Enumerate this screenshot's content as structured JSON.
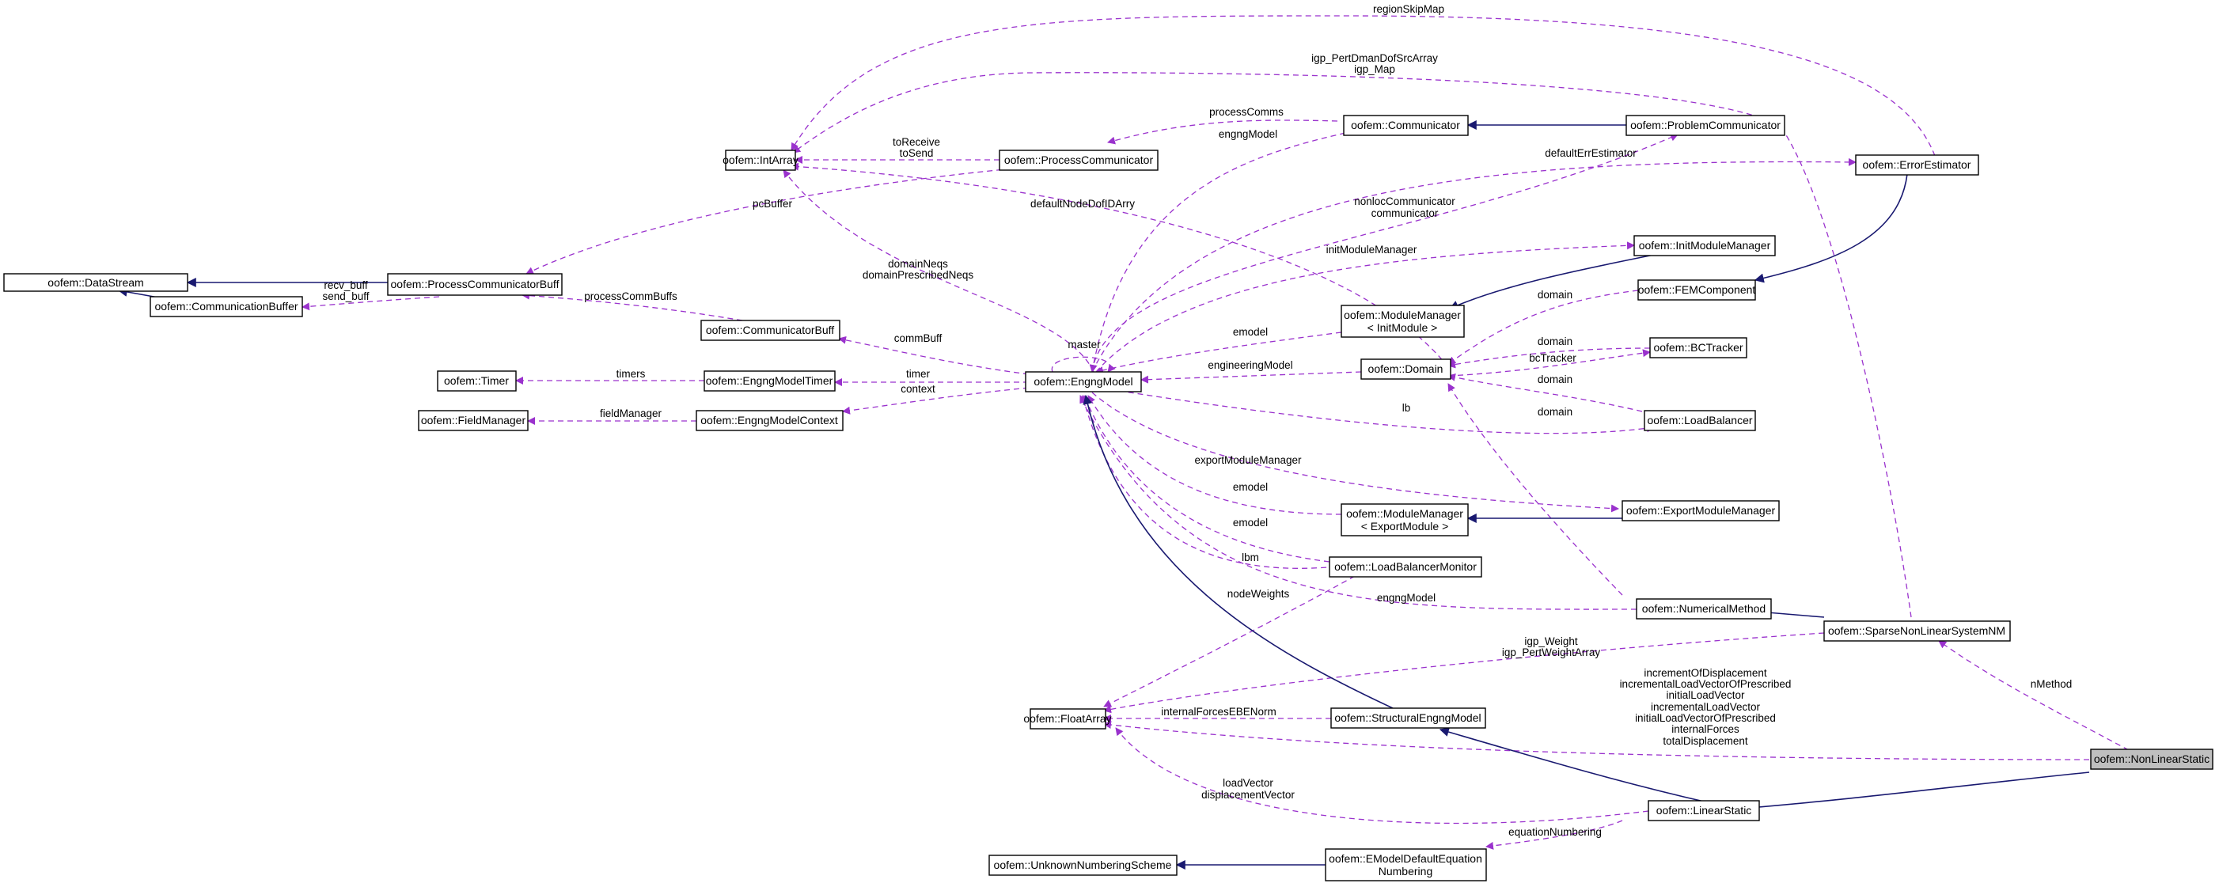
{
  "diagram": {
    "nodes": {
      "datastream": "oofem::DataStream",
      "comm_buffer": "oofem::CommunicationBuffer",
      "proc_comm_buff": "oofem::ProcessCommunicatorBuff",
      "int_array": "oofem::IntArray",
      "proc_comm": "oofem::ProcessCommunicator",
      "communicator": "oofem::Communicator",
      "problem_comm": "oofem::ProblemCommunicator",
      "error_estimator": "oofem::ErrorEstimator",
      "communicator_buff": "oofem::CommunicatorBuff",
      "timer": "oofem::Timer",
      "engng_model_timer": "oofem::EngngModelTimer",
      "field_manager": "oofem::FieldManager",
      "engng_model_context": "oofem::EngngModelContext",
      "engng_model": "oofem::EngngModel",
      "init_module_manager": "oofem::InitModuleManager",
      "module_manager_init": [
        "oofem::ModuleManager",
        "< InitModule >"
      ],
      "fem_component": "oofem::FEMComponent",
      "bc_tracker": "oofem::BCTracker",
      "domain": "oofem::Domain",
      "load_balancer": "oofem::LoadBalancer",
      "module_manager_export": [
        "oofem::ModuleManager",
        "< ExportModule >"
      ],
      "export_module_manager": "oofem::ExportModuleManager",
      "load_balancer_monitor": "oofem::LoadBalancerMonitor",
      "numerical_method": "oofem::NumericalMethod",
      "sparse_nonlinear": "oofem::SparseNonLinearSystemNM",
      "float_array": "oofem::FloatArray",
      "structural_engng_model": "oofem::StructuralEngngModel",
      "nonlinear_static": "oofem::NonLinearStatic",
      "linear_static": "oofem::LinearStatic",
      "unknown_numbering": "oofem::UnknownNumberingScheme",
      "emodel_default_eq": [
        "oofem::EModelDefaultEquation",
        "Numbering"
      ]
    },
    "labels": {
      "region_skip_map": "regionSkipMap",
      "igp_pert": [
        "igp_PertDmanDofSrcArray",
        "igp_Map"
      ],
      "process_comms": "processComms",
      "to_receive": [
        "toReceive",
        "toSend"
      ],
      "engng_model_lbl": "engngModel",
      "default_err_estimator": "defaultErrEstimator",
      "pc_buffer": "pcBuffer",
      "default_node_dof": "defaultNodeDofIDArry",
      "nonloc_comm": [
        "nonlocCommunicator",
        "communicator"
      ],
      "recv_buff": [
        "recv_buff",
        "send_buff"
      ],
      "domain_neqs": [
        "domainNeqs",
        "domainPrescribedNeqs"
      ],
      "init_module_manager_lbl": "initModuleManager",
      "process_comm_buffs": "processCommBuffs",
      "domain_fem": "domain",
      "emodel_init": "emodel",
      "comm_buff": "commBuff",
      "master": "master",
      "domain_bc": "domain",
      "bc_tracker_lbl": "bcTracker",
      "timers": "timers",
      "timer_lbl": "timer",
      "engineering_model": "engineeringModel",
      "field_manager_lbl": "fieldManager",
      "context": "context",
      "domain_lb": "domain",
      "lb": "lb",
      "domain_nm": "domain",
      "export_module_manager_lbl": "exportModuleManager",
      "emodel_export": "emodel",
      "emodel_lbm": "emodel",
      "lbm": "lbm",
      "node_weights": "nodeWeights",
      "engng_model_nm": "engngModel",
      "igp_weight": [
        "igp_Weight",
        "igp_PertWeightArray"
      ],
      "n_method": "nMethod",
      "nonlinear_fields": [
        "incrementOfDisplacement",
        "incrementalLoadVectorOfPrescribed",
        "initialLoadVector",
        "incrementalLoadVector",
        "initialLoadVectorOfPrescribed",
        "internalForces",
        "totalDisplacement"
      ],
      "internal_forces_ebe": "internalForcesEBENorm",
      "load_vector": [
        "loadVector",
        "displacementVector"
      ],
      "equation_numbering": "equationNumbering"
    },
    "colors": {
      "usage_edge": "#9a32cd",
      "inheritance_edge": "#191970",
      "node_border": "#000000",
      "current_node_fill": "#bfbfbf"
    }
  }
}
